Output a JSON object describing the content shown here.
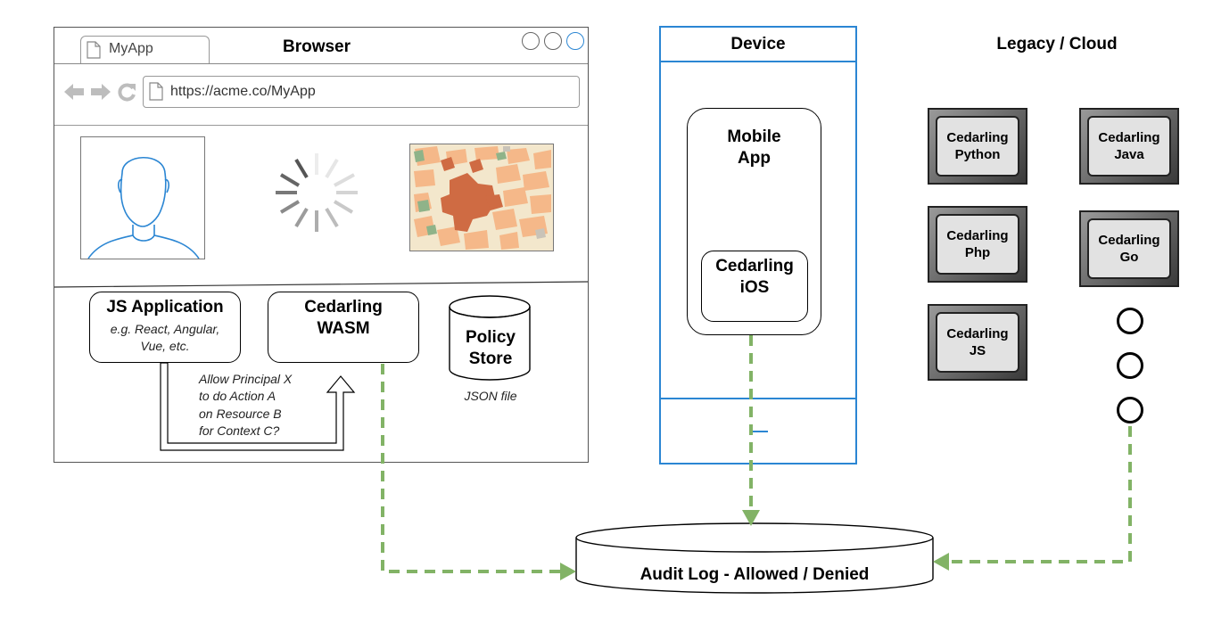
{
  "browser": {
    "title": "Browser",
    "tab_label": "MyApp",
    "url": "https://acme.co/MyApp"
  },
  "js_app": {
    "title": "JS Application",
    "subtitle_line1": "e.g. React, Angular,",
    "subtitle_line2": "Vue, etc."
  },
  "cedarling_wasm": {
    "line1": "Cedarling",
    "line2": "WASM"
  },
  "policy_store": {
    "line1": "Policy",
    "line2": "Store",
    "caption": "JSON file"
  },
  "request_note": {
    "line1": "Allow Principal X",
    "line2": "to do Action A",
    "line3": "on Resource B",
    "line4": "for Context C?"
  },
  "device": {
    "title": "Device",
    "mobile_app_line1": "Mobile",
    "mobile_app_line2": "App",
    "cedarling_ios_line1": "Cedarling",
    "cedarling_ios_line2": "iOS"
  },
  "legacy": {
    "title": "Legacy / Cloud",
    "keys": [
      {
        "line1": "Cedarling",
        "line2": "Python"
      },
      {
        "line1": "Cedarling",
        "line2": "Java"
      },
      {
        "line1": "Cedarling",
        "line2": "Php"
      },
      {
        "line1": "Cedarling",
        "line2": "Go"
      },
      {
        "line1": "Cedarling",
        "line2": "JS"
      }
    ]
  },
  "audit_log": {
    "label": "Audit Log - Allowed / Denied"
  },
  "colors": {
    "connector_green": "#82b366",
    "device_blue": "#2b86d3",
    "avatar_blue": "#2b86d3"
  }
}
